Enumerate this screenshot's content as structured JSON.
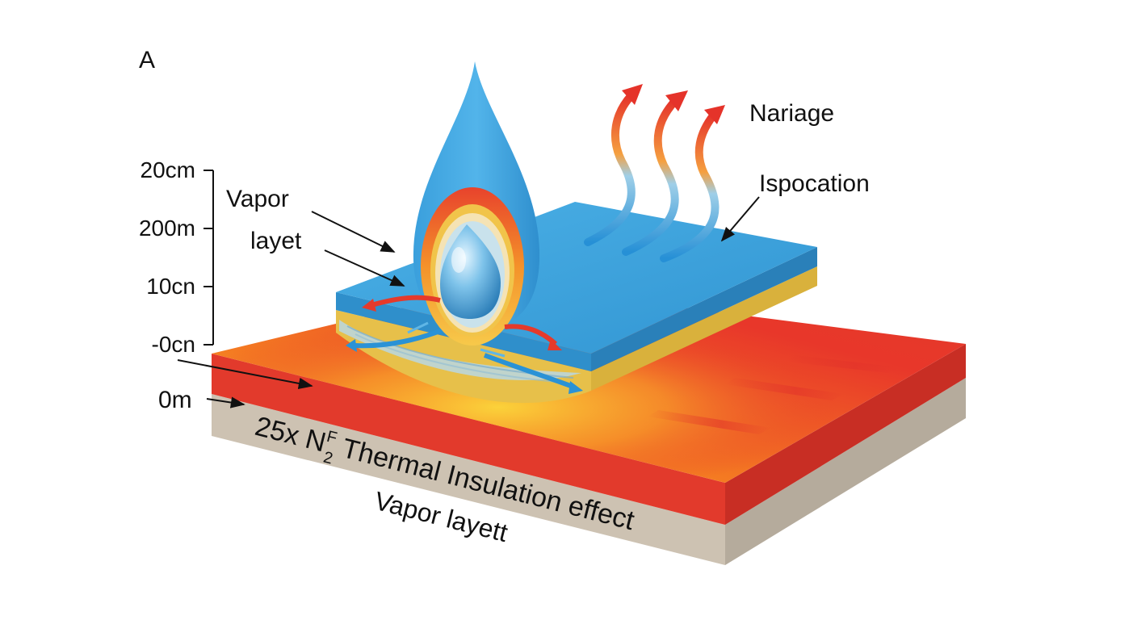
{
  "figure": {
    "panel_label": "A",
    "scale_ticks": [
      "20cm",
      "200m",
      "10cn",
      "-0cn"
    ],
    "baseline_label": "0m",
    "labels": {
      "vapor_line1": "Vapor",
      "vapor_line2": "layet",
      "nariage": "Nariage",
      "ispocation": "Ispocation"
    },
    "effect_title": {
      "prefix": "25x N",
      "superscript": "F",
      "subscript": "2",
      "suffix": " Thermal Insulation effect"
    },
    "bottom_caption": "Vapor layett"
  },
  "colors": {
    "hot_red": "#e8372a",
    "hot_orange": "#f47a22",
    "hot_yellow": "#f7c52c",
    "plate_blue": "#3fa3dd",
    "plate_blue_dark": "#2b86c2",
    "gold_layer": "#e9c24a",
    "base_gray": "#cfc5b6",
    "droplet_light": "#9fd3f0"
  }
}
